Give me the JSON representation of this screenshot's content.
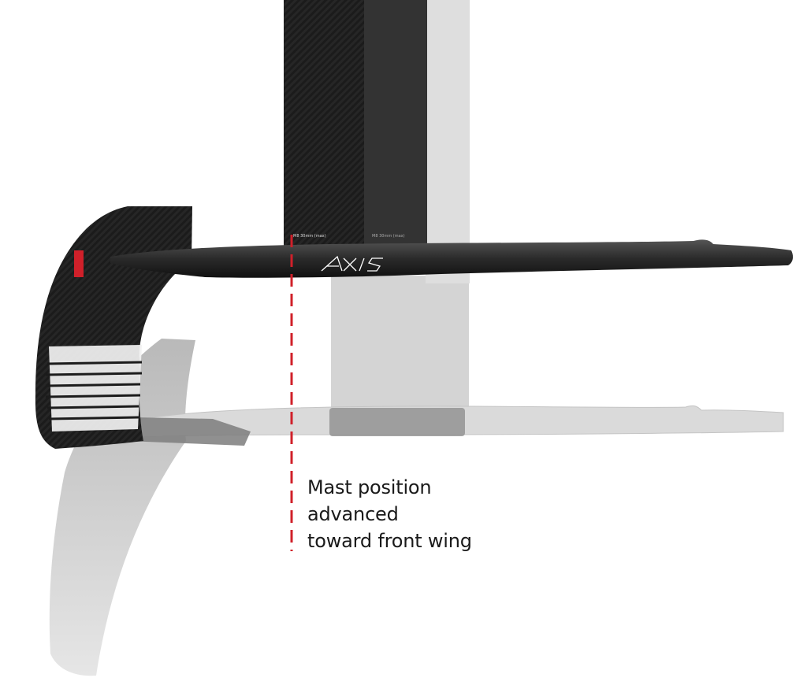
{
  "annotation": {
    "lines": [
      "Mast position",
      "advanced",
      "toward front wing"
    ],
    "marker_color": "#d0202a"
  },
  "product": {
    "logo": "AXIS",
    "mast_label": "M8 30mm (max)"
  },
  "colors": {
    "carbon": "#1c1c1c",
    "ghost": "#c8c8c8",
    "background": "#ffffff"
  }
}
